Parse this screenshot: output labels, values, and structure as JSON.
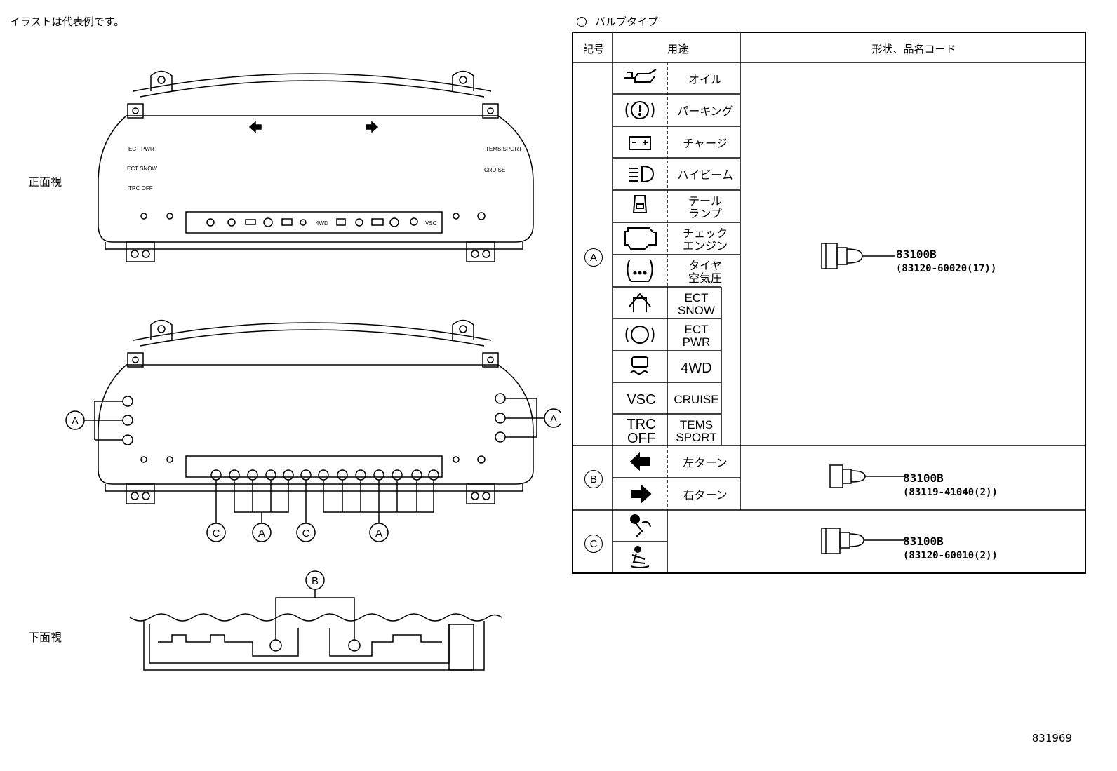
{
  "note": "イラストは代表例です。",
  "views": {
    "front": "正面視",
    "bottom": "下面視"
  },
  "callouts": {
    "A": "A",
    "B": "B",
    "C": "C"
  },
  "front_panel_labels": {
    "left_top": "ECT PWR",
    "left_mid": "ECT SNOW",
    "left_bot": "TRC OFF",
    "right_top": "TEMS SPORT",
    "right_mid": "CRUISE",
    "strip_4wd": "4WD",
    "strip_vsc": "VSC"
  },
  "figure_id": "831969",
  "table": {
    "title": "バルブタイプ",
    "headers": {
      "symbol": "記号",
      "use": "用途",
      "shape": "形状、品名コード"
    },
    "groups": [
      {
        "key": "A",
        "rows_jp": [
          {
            "icon": "oil-icon",
            "label": "オイル"
          },
          {
            "icon": "parking-icon",
            "label": "パーキング"
          },
          {
            "icon": "battery-icon",
            "label": "チャージ"
          },
          {
            "icon": "high-beam-icon",
            "label": "ハイビーム"
          },
          {
            "icon": "tail-lamp-icon",
            "label": "テール ランプ"
          },
          {
            "icon": "check-engine-icon",
            "label": "チェック エンジン"
          },
          {
            "icon": "tire-pressure-icon",
            "label": "タイヤ 空気圧"
          }
        ],
        "rows_en": [
          {
            "icon": "car-snow-icon",
            "label": "ECT SNOW"
          },
          {
            "icon": "abs-icon",
            "label": "ECT PWR"
          },
          {
            "icon": "slip-icon",
            "label": "4WD"
          },
          {
            "icon_text": "VSC",
            "label": "CRUISE"
          },
          {
            "icon_text": "TRC OFF",
            "label": "TEMS SPORT"
          }
        ],
        "part_no": "83100B",
        "part_code": "(83120-60020(17))"
      },
      {
        "key": "B",
        "rows": [
          {
            "icon": "arrow-left-icon",
            "label": "左ターン"
          },
          {
            "icon": "arrow-right-icon",
            "label": "右ターン"
          }
        ],
        "part_no": "83100B",
        "part_code": "(83119-41040(2))"
      },
      {
        "key": "C",
        "rows": [
          {
            "icon": "airbag-icon"
          },
          {
            "icon": "seatbelt-icon"
          }
        ],
        "part_no": "83100B",
        "part_code": "(83120-60010(2))"
      }
    ]
  }
}
